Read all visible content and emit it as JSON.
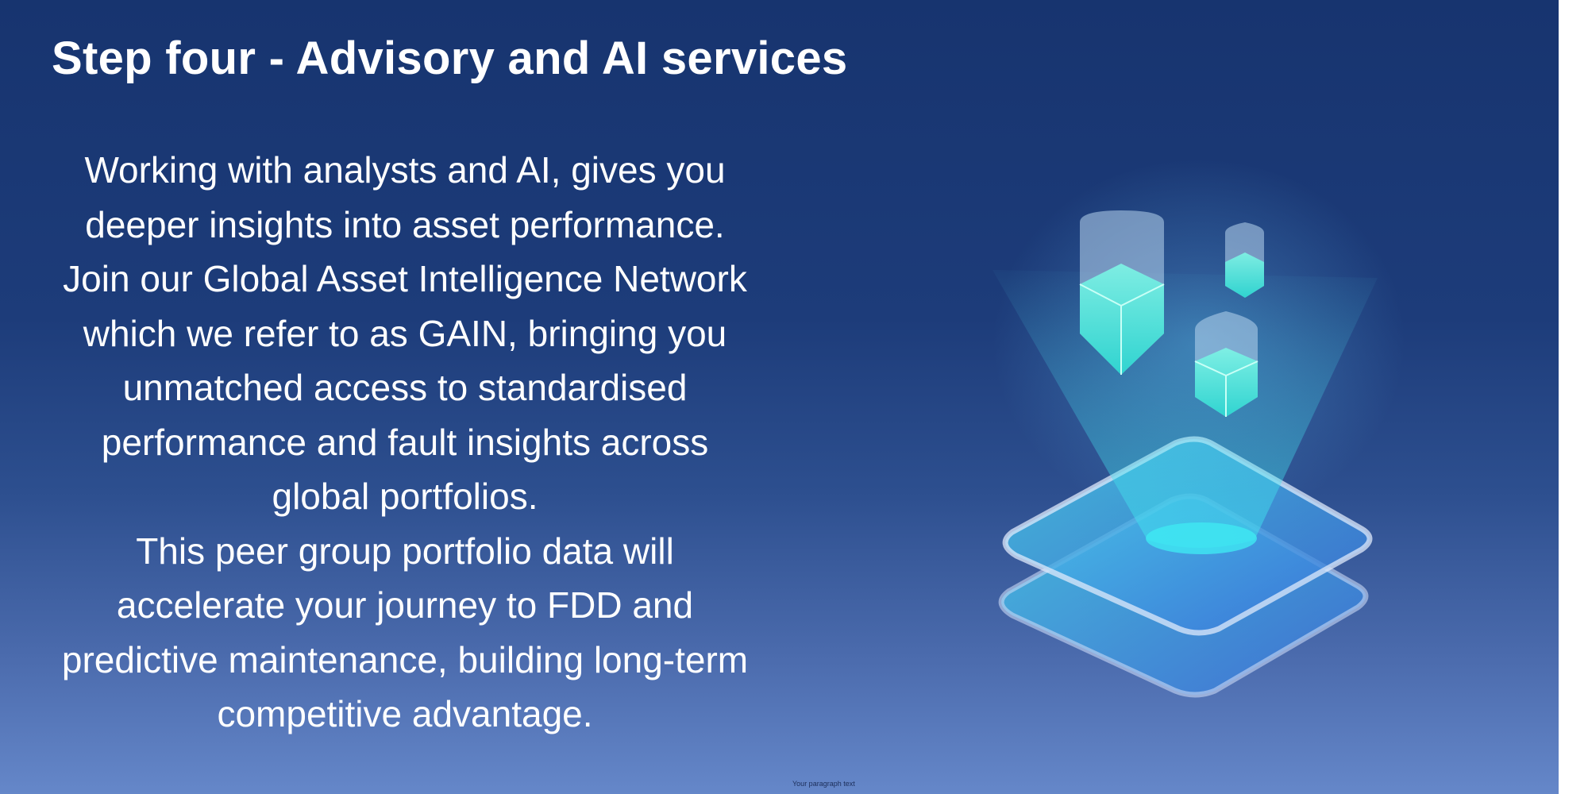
{
  "slide": {
    "title": "Step four - Advisory and AI services",
    "paragraphs": [
      "Working with analysts and AI, gives you deeper insights into asset performance. Join our Global Asset Intelligence Network which we refer to as GAIN, bringing you unmatched access to standardised performance and fault insights across global portfolios.",
      "This peer group portfolio data will accelerate your journey to FDD and predictive maintenance, building long-term competitive advantage."
    ],
    "footer_placeholder": "Your paragraph text",
    "illustration_icon": "data-platform-cubes-icon",
    "colors": {
      "background_top": "#17346f",
      "background_bottom": "#6587c9",
      "accent": "#3ee8e0"
    }
  }
}
